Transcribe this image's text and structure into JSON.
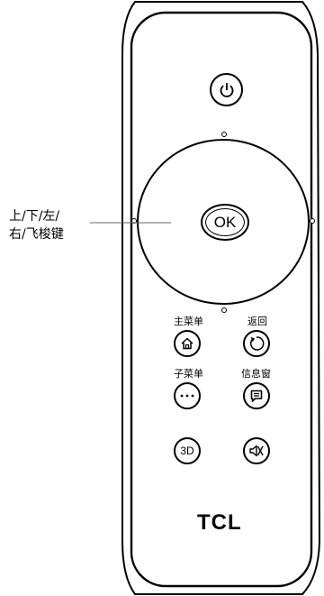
{
  "callout": {
    "line1": "上/下/左/",
    "line2": "右/飞梭键"
  },
  "remote": {
    "power_icon": "power-icon",
    "ok_label": "OK",
    "buttons": {
      "main_menu_label": "主菜单",
      "back_label": "返回",
      "sub_menu_label": "子菜单",
      "info_window_label": "信息窗",
      "three_d_label": "3D",
      "home_icon": "home-icon",
      "back_icon": "circular-arrow-icon",
      "sub_menu_icon": "ellipsis-icon",
      "info_icon": "message-bubble-icon",
      "mute_icon": "mute-icon"
    },
    "brand": "TCL"
  }
}
